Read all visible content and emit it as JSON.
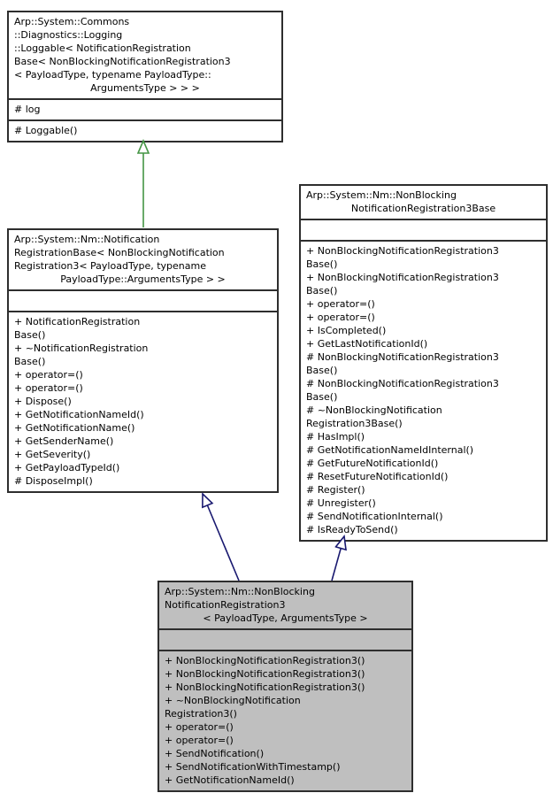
{
  "diagram": {
    "type": "uml-inheritance-graph",
    "colors": {
      "box_fill": "#ffffff",
      "current_class_fill": "#bfbfbf",
      "border": "#2e2e2e",
      "public_inheritance_arrow": "#191970",
      "protected_inheritance_arrow": "#459545"
    },
    "classes": [
      {
        "id": "loggable",
        "title_lines": [
          {
            "t": "Arp::System::Commons",
            "c": false
          },
          {
            "t": "::Diagnostics::Logging",
            "c": false
          },
          {
            "t": "::Loggable< NotificationRegistration",
            "c": false
          },
          {
            "t": "Base< NonBlockingNotificationRegistration3",
            "c": false
          },
          {
            "t": "< PayloadType, typename PayloadType::",
            "c": false
          },
          {
            "t": "ArgumentsType > > >",
            "c": true
          }
        ],
        "attributes": [
          "# log"
        ],
        "methods": [
          "# Loggable()"
        ]
      },
      {
        "id": "notification-registration-base",
        "title_lines": [
          {
            "t": "Arp::System::Nm::Notification",
            "c": false
          },
          {
            "t": "RegistrationBase< NonBlockingNotification",
            "c": false
          },
          {
            "t": "Registration3< PayloadType, typename",
            "c": false
          },
          {
            "t": "PayloadType::ArgumentsType > >",
            "c": true
          }
        ],
        "attributes": [],
        "methods": [
          "+ NotificationRegistration",
          "Base()",
          "+ ~NotificationRegistration",
          "Base()",
          "+ operator=()",
          "+ operator=()",
          "+ Dispose()",
          "+ GetNotificationNameId()",
          "+ GetNotificationName()",
          "+ GetSenderName()",
          "+ GetSeverity()",
          "+ GetPayloadTypeId()",
          "# DisposeImpl()"
        ]
      },
      {
        "id": "nonblocking-notification-registration3-base",
        "title_lines": [
          {
            "t": "Arp::System::Nm::NonBlocking",
            "c": false
          },
          {
            "t": "NotificationRegistration3Base",
            "c": true
          }
        ],
        "attributes": [],
        "methods": [
          "+ NonBlockingNotificationRegistration3",
          "Base()",
          "+ NonBlockingNotificationRegistration3",
          "Base()",
          "+ operator=()",
          "+ operator=()",
          "+ IsCompleted()",
          "+ GetLastNotificationId()",
          "# NonBlockingNotificationRegistration3",
          "Base()",
          "# NonBlockingNotificationRegistration3",
          "Base()",
          "# ~NonBlockingNotification",
          "Registration3Base()",
          "# HasImpl()",
          "# GetNotificationNameIdInternal()",
          "# GetFutureNotificationId()",
          "# ResetFutureNotificationId()",
          "# Register()",
          "# Unregister()",
          "# SendNotificationInternal()",
          "# IsReadyToSend()"
        ]
      },
      {
        "id": "nonblocking-notification-registration3",
        "highlight": true,
        "title_lines": [
          {
            "t": "Arp::System::Nm::NonBlocking",
            "c": false
          },
          {
            "t": "NotificationRegistration3",
            "c": false
          },
          {
            "t": "< PayloadType, ArgumentsType >",
            "c": true
          }
        ],
        "attributes": [],
        "methods": [
          "+ NonBlockingNotificationRegistration3()",
          "+ NonBlockingNotificationRegistration3()",
          "+ NonBlockingNotificationRegistration3()",
          "+ ~NonBlockingNotification",
          "Registration3()",
          "+ operator=()",
          "+ operator=()",
          "+ SendNotification()",
          "+ SendNotificationWithTimestamp()",
          "+ GetNotificationNameId()"
        ]
      }
    ]
  }
}
